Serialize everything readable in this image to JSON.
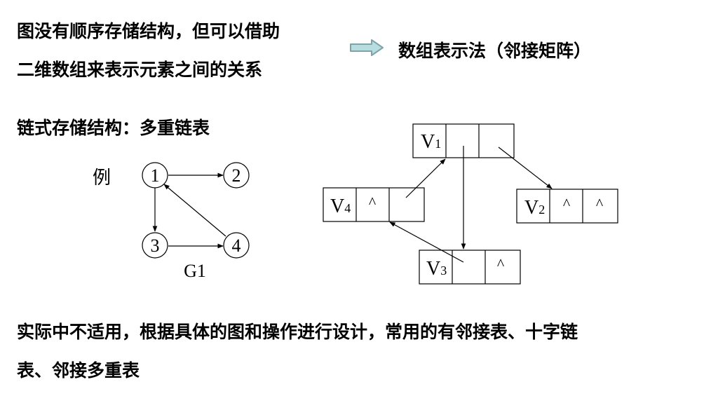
{
  "slide": {
    "intro_line1": "图没有顺序存储结构，但可以借助",
    "intro_line2": "二维数组来表示元素之间的关系",
    "arrow_icon": "right-block-arrow",
    "array_method": "数组表示法（邻接矩阵）",
    "linked_heading": "链式存储结构：多重链表",
    "example_label": "例",
    "graph": {
      "name": "G1",
      "nodes": [
        "1",
        "2",
        "3",
        "4"
      ],
      "edges": [
        [
          "1",
          "2"
        ],
        [
          "1",
          "3"
        ],
        [
          "3",
          "4"
        ],
        [
          "4",
          "1"
        ]
      ]
    },
    "multilist": {
      "nodes": [
        {
          "id": "V1",
          "base": "V",
          "sub": "1",
          "fields": [
            "",
            ""
          ]
        },
        {
          "id": "V2",
          "base": "V",
          "sub": "2",
          "fields": [
            "^",
            "^"
          ]
        },
        {
          "id": "V3",
          "base": "V",
          "sub": "3",
          "fields": [
            "",
            "^"
          ]
        },
        {
          "id": "V4",
          "base": "V",
          "sub": "4",
          "fields": [
            "^",
            ""
          ]
        }
      ],
      "links": [
        {
          "from": "V1.field1",
          "to": "V3"
        },
        {
          "from": "V1.field2",
          "to": "V2"
        },
        {
          "from": "V3.field1",
          "to": "V4.field2"
        },
        {
          "from": "V4.field2",
          "to": "V1.field1"
        }
      ]
    },
    "conclusion_line1": "实际中不适用，根据具体的图和操作进行设计，常用的有邻接表、十字链",
    "conclusion_line2": "表、邻接多重表"
  },
  "colors": {
    "arrow_fill": "#b7dde0",
    "arrow_stroke": "#7fa4a8"
  }
}
